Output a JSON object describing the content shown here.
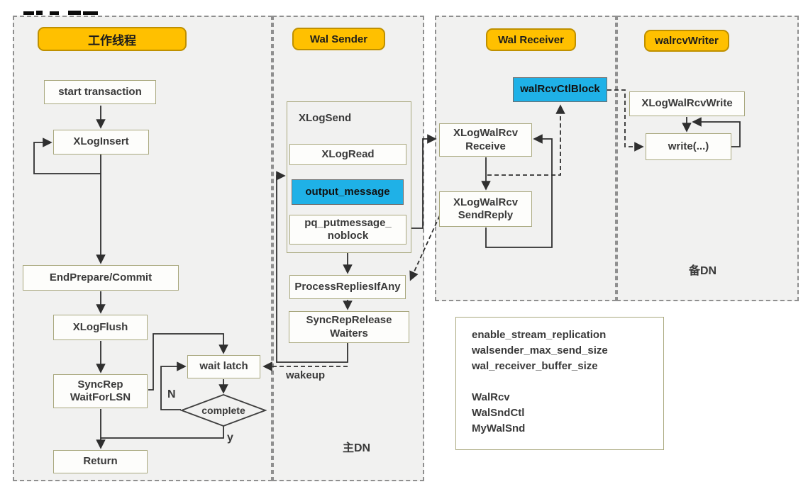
{
  "colors": {
    "page_bg": "#ffffff",
    "panel_bg": "#f1f1f0",
    "panel_border": "#8f8f8f",
    "node_bg": "#fdfdfb",
    "node_border": "#a9a87e",
    "accent_orange": "#ffc000",
    "accent_orange_border": "#bf9000",
    "accent_cyan": "#1fb1e7",
    "accent_cyan_border": "#6e6e6e",
    "text_color": "#3a3a3a",
    "line_color": "#2f2f2f"
  },
  "worker": {
    "title": "工作线程",
    "start_transaction": "start transaction",
    "xlog_insert": "XLogInsert",
    "end_prepare_commit": "EndPrepare/Commit",
    "xlog_flush": "XLogFlush",
    "syncrep_waitforlsn": "SyncRep\nWaitForLSN",
    "return": "Return",
    "wait_latch": "wait latch",
    "complete": "complete",
    "branch_no": "N",
    "branch_yes": "y"
  },
  "wal_sender": {
    "title": "Wal Sender",
    "xlog_send": "XLogSend",
    "xlog_read": "XLogRead",
    "output_message": "output_message",
    "pq_putmessage_noblock": "pq_putmessage_\nnoblock",
    "process_replies_if_any": "ProcessRepliesIfAny",
    "syncrep_release_waiters": "SyncRepRelease\nWaiters",
    "wakeup_label": "wakeup",
    "footer": "主DN"
  },
  "wal_receiver": {
    "title": "Wal Receiver",
    "wal_rcv_ctl_block": "walRcvCtlBlock",
    "xlog_walrcv_receive": "XLogWalRcv\nReceive",
    "xlog_walrcv_sendreply": "XLogWalRcv\nSendReply"
  },
  "walrcv_writer": {
    "title": "walrcvWriter",
    "xlog_walrcv_write": "XLogWalRcvWrite",
    "write_fn": "write(...)",
    "footer": "备DN"
  },
  "params_box": {
    "lines": [
      "enable_stream_replication",
      "walsender_max_send_size",
      "wal_receiver_buffer_size",
      "",
      "WalRcv",
      "WalSndCtl",
      "MyWalSnd"
    ]
  }
}
